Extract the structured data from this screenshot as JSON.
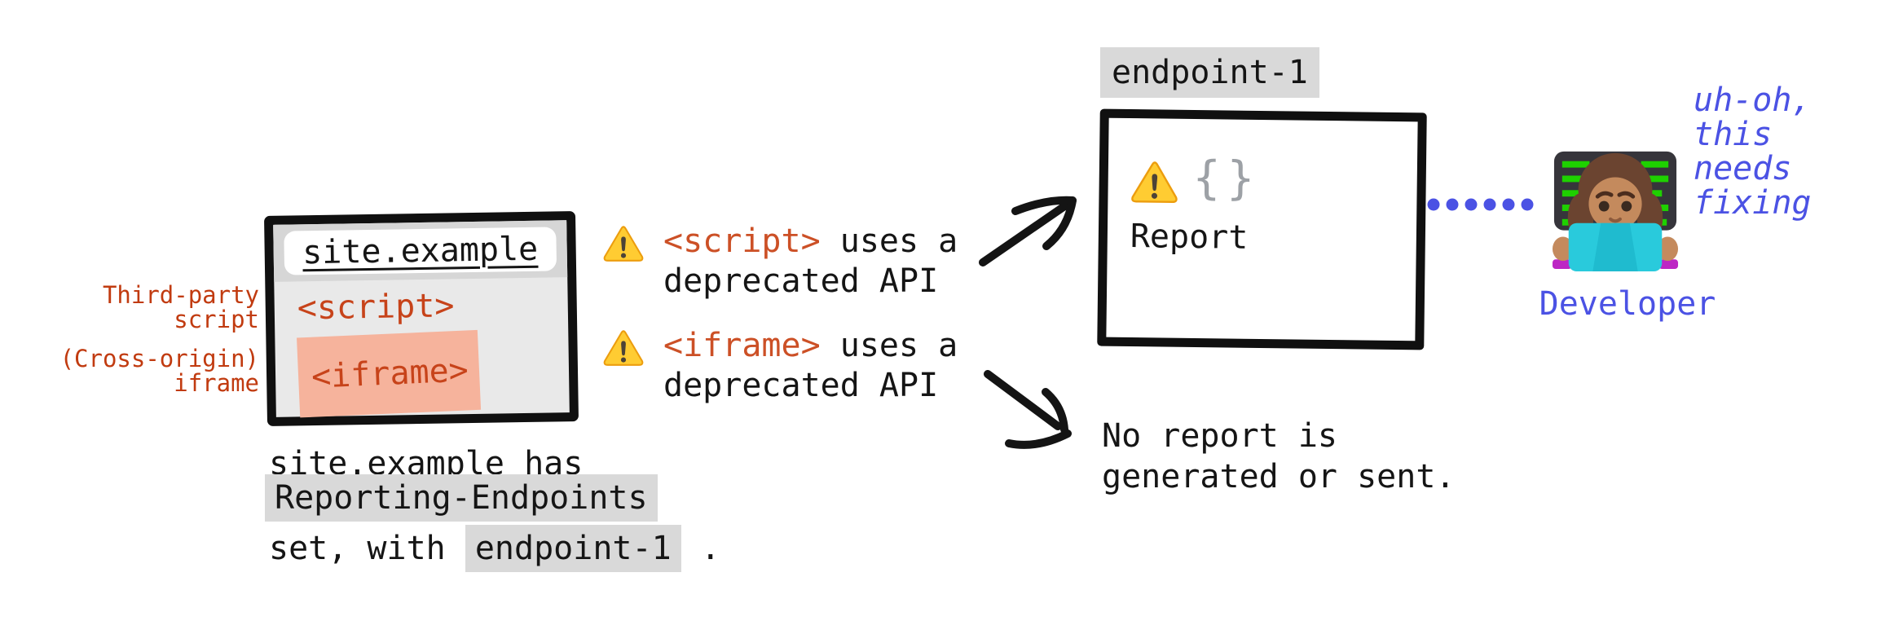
{
  "colors": {
    "ink_black": "#151515",
    "annotation_red": "#c13b10",
    "tag_red": "#c7431a",
    "tag_red_light": "#cc5026",
    "salmon_highlight": "#f6b39c",
    "code_chip_gray": "#d9d9d9",
    "accent_blue": "#4b52e4",
    "warning_yellow": "#ffcc32",
    "braces_gray": "#9da1a6"
  },
  "icons": {
    "warning_icon": "warning-triangle-emoji",
    "developer_icon": "woman-technologist-emoji",
    "report_braces_icon": "{}",
    "dotted_connector": "blue-dotted-line",
    "arrow_style": "hand-drawn-black-arrow"
  },
  "side_labels": {
    "script": "Third-party\nscript",
    "iframe": "(Cross-origin)\niframe"
  },
  "browser_window": {
    "address": "site.example",
    "content_lines": {
      "script": "<script>",
      "iframe": "<iframe>"
    }
  },
  "caption": {
    "code1": "site.example",
    "after_code1": " has",
    "highlight1": "Reporting-Endpoints",
    "line3_pre": "set, with ",
    "highlight2": "endpoint-1",
    "line3_post": " ."
  },
  "warning_rows": {
    "row1": {
      "tag": "<script>",
      "rest": " uses a",
      "line2": "deprecated API"
    },
    "row2": {
      "tag": "<iframe>",
      "rest": " uses a",
      "line2": "deprecated API"
    }
  },
  "endpoint": {
    "label": "endpoint-1",
    "braces_glyph": "{}",
    "report_label": "Report"
  },
  "no_report": {
    "text": "No report is\ngenerated or sent."
  },
  "developer": {
    "label": "Developer",
    "thought": "uh-oh,\nthis\nneeds\nfixing"
  }
}
